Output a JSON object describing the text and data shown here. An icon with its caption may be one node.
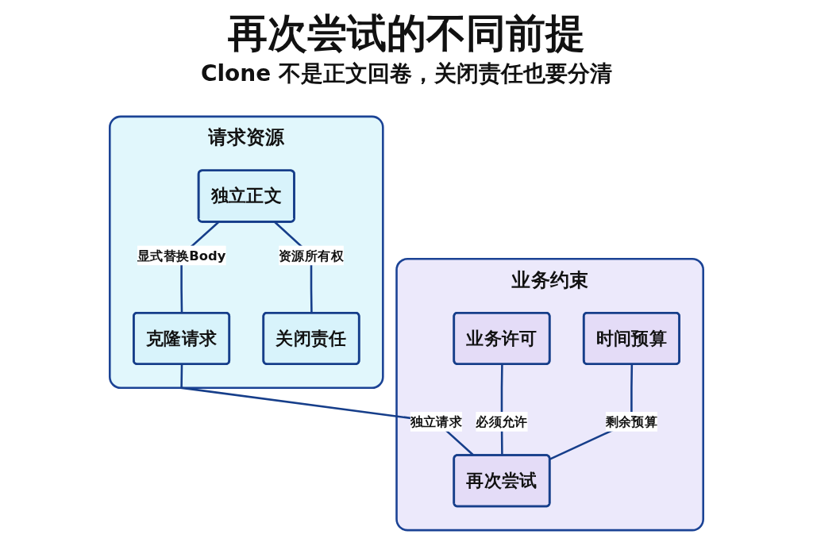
{
  "diagram": {
    "title": "再次尝试的不同前提",
    "nodes": [
      {
        "text": [
          "请求资源"
        ]
      },
      {
        "text": [
          "独立正文"
        ],
        "in": 0
      },
      {
        "text": [
          "克隆请求"
        ],
        "in": 0
      },
      {
        "text": [
          "关闭责任"
        ],
        "in": 0
      },
      {
        "text": [
          "业务约束"
        ]
      },
      {
        "text": [
          "业务许可"
        ],
        "in": 4
      },
      {
        "text": [
          "时间预算"
        ],
        "in": 4
      },
      {
        "text": [
          "再次尝试"
        ],
        "in": 4
      }
    ],
    "edges": [
      {
        "from": 1,
        "to": 2,
        "arrow": "none",
        "label": "显式替换Body"
      },
      {
        "from": 1,
        "to": 3,
        "arrow": "none",
        "label": "资源所有权"
      },
      {
        "from": 2,
        "to": 7,
        "arrow": "none",
        "label": "独立请求"
      },
      {
        "from": 5,
        "to": 7,
        "arrow": "none",
        "label": "必须允许"
      },
      {
        "from": 6,
        "to": 7,
        "arrow": "none",
        "label": "剩余预算"
      }
    ],
    "labels": [
      "Clone 不是正文回卷，关闭责任也要分清"
    ]
  }
}
